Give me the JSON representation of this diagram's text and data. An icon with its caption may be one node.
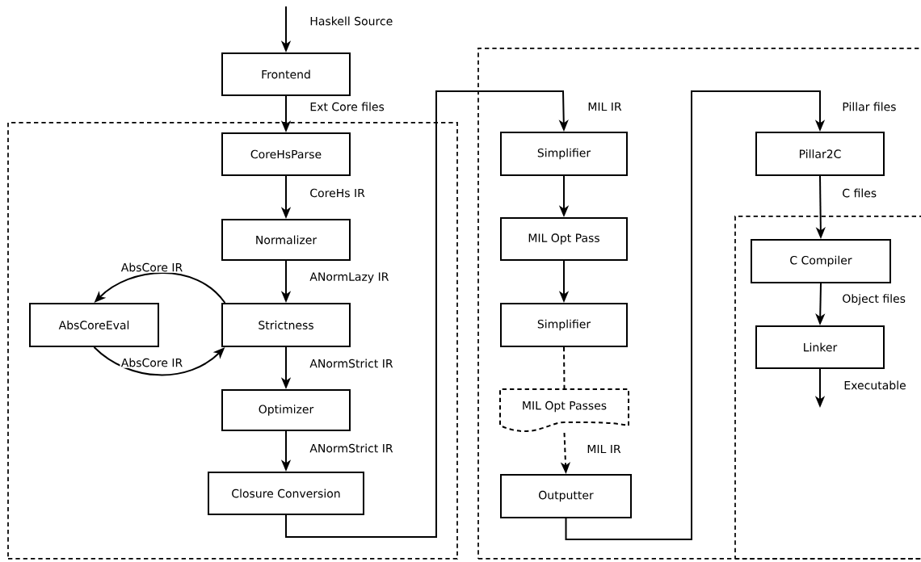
{
  "diagram": {
    "nodes": [
      {
        "text": [],
        "shape": "box"
      },
      {
        "text": [],
        "shape": "box"
      },
      {
        "text": [],
        "shape": "box",
        "in": 1
      },
      {
        "text": [
          "Frontend"
        ]
      },
      {
        "text": [
          "CoreHsParse"
        ],
        "in": 0
      },
      {
        "text": [
          "Normalizer"
        ],
        "in": 0
      },
      {
        "text": [
          "Strictness"
        ],
        "in": 0
      },
      {
        "text": [
          "AbsCoreEval"
        ],
        "in": 0
      },
      {
        "text": [
          "Optimizer"
        ],
        "in": 0
      },
      {
        "text": [
          "Closure Conversion"
        ],
        "in": 0
      },
      {
        "text": [
          "Simplifier"
        ],
        "in": 1
      },
      {
        "text": [
          "MIL Opt Pass"
        ],
        "in": 1
      },
      {
        "text": [
          "Simplifier"
        ],
        "in": 1
      },
      {
        "text": [
          "MIL Opt Passes"
        ],
        "in": 1
      },
      {
        "text": [
          "Outputter"
        ],
        "in": 1
      },
      {
        "text": [
          "Pillar2C"
        ],
        "in": 1
      },
      {
        "text": [
          "C Compiler"
        ],
        "in": 2
      },
      {
        "text": [
          "Linker"
        ],
        "in": 2
      }
    ],
    "edges": [
      {
        "from": null,
        "to": 3,
        "arrow": "to",
        "label": "Haskell Source"
      },
      {
        "from": 3,
        "to": 4,
        "arrow": "to",
        "label": "Ext Core files"
      },
      {
        "from": 4,
        "to": 5,
        "arrow": "to",
        "label": "CoreHs IR"
      },
      {
        "from": 5,
        "to": 6,
        "arrow": "to",
        "label": "ANormLazy IR"
      },
      {
        "from": 6,
        "to": 7,
        "arrow": "to",
        "label": "AbsCore IR"
      },
      {
        "from": 7,
        "to": 6,
        "arrow": "to",
        "label": "AbsCore IR"
      },
      {
        "from": 6,
        "to": 8,
        "arrow": "to",
        "label": "ANormStrict IR"
      },
      {
        "from": 8,
        "to": 9,
        "arrow": "to",
        "label": "ANormStrict IR"
      },
      {
        "from": 9,
        "to": 10,
        "arrow": "to",
        "label": "MIL IR"
      },
      {
        "from": 10,
        "to": 11,
        "arrow": "to"
      },
      {
        "from": 11,
        "to": 12,
        "arrow": "to"
      },
      {
        "from": 12,
        "to": 13,
        "arrow": "none",
        "style": "dashed"
      },
      {
        "from": 13,
        "to": 14,
        "arrow": "to",
        "style": "dashed",
        "label": "MIL IR"
      },
      {
        "from": 14,
        "to": 15,
        "arrow": "to",
        "label": "Pillar files"
      },
      {
        "from": 15,
        "to": 16,
        "arrow": "to",
        "label": "C files"
      },
      {
        "from": 16,
        "to": 17,
        "arrow": "to",
        "label": "Object files"
      },
      {
        "from": 17,
        "to": null,
        "arrow": "to",
        "label": "Executable"
      }
    ]
  }
}
